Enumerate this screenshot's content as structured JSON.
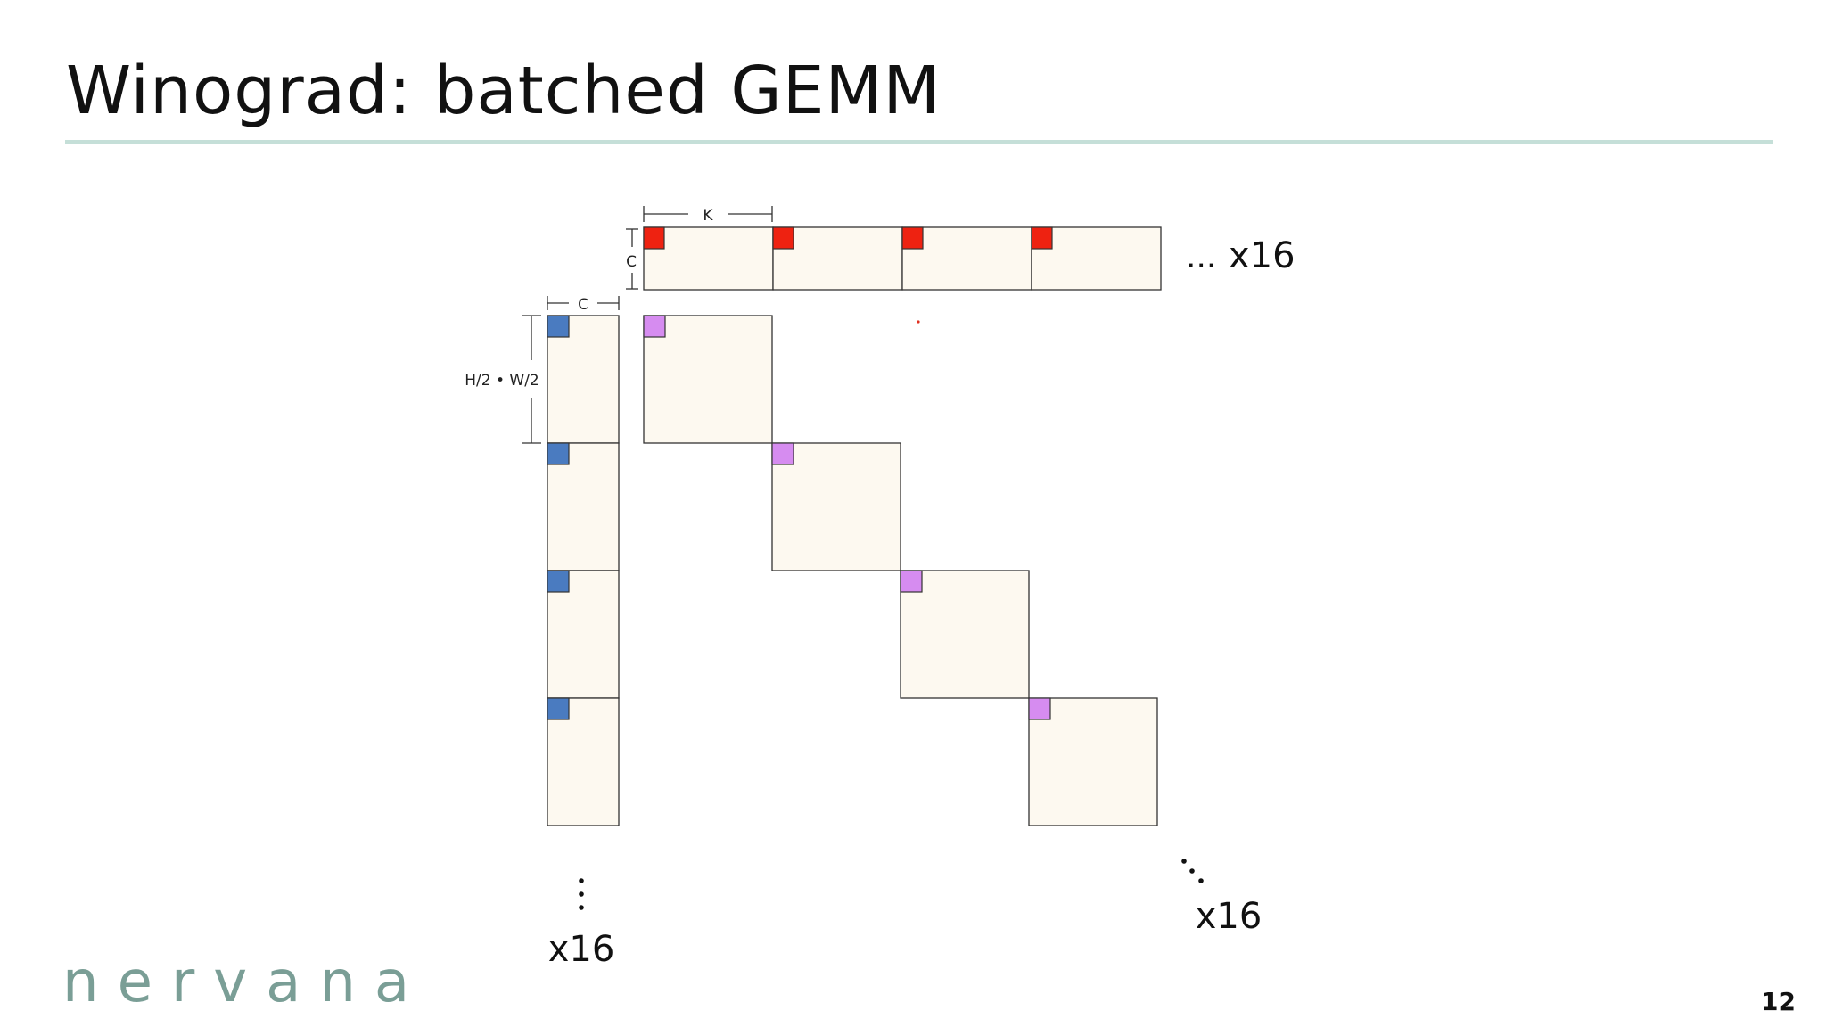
{
  "slide": {
    "title": "Winograd: batched GEMM",
    "page_number": "12",
    "logo_text": "nervana"
  },
  "diagram": {
    "labels": {
      "filter_width": "K",
      "filter_height": "C",
      "input_width": "C",
      "input_height": "H/2 • W/2"
    },
    "annotations": {
      "filter_ellipsis": "...",
      "filter_repeat": "x16",
      "input_repeat": "x16",
      "output_repeat": "x16"
    },
    "filter_tiles": 4,
    "input_tiles": 4,
    "output_tiles": 4,
    "colors": {
      "panel_fill": "#fdf9f0",
      "panel_stroke": "#333333",
      "filter_marker": "#ee2211",
      "input_marker": "#4a7bc0",
      "output_marker": "#d68cf0",
      "title_rule": "#c5dfd8",
      "logo": "#7a9e96"
    }
  }
}
